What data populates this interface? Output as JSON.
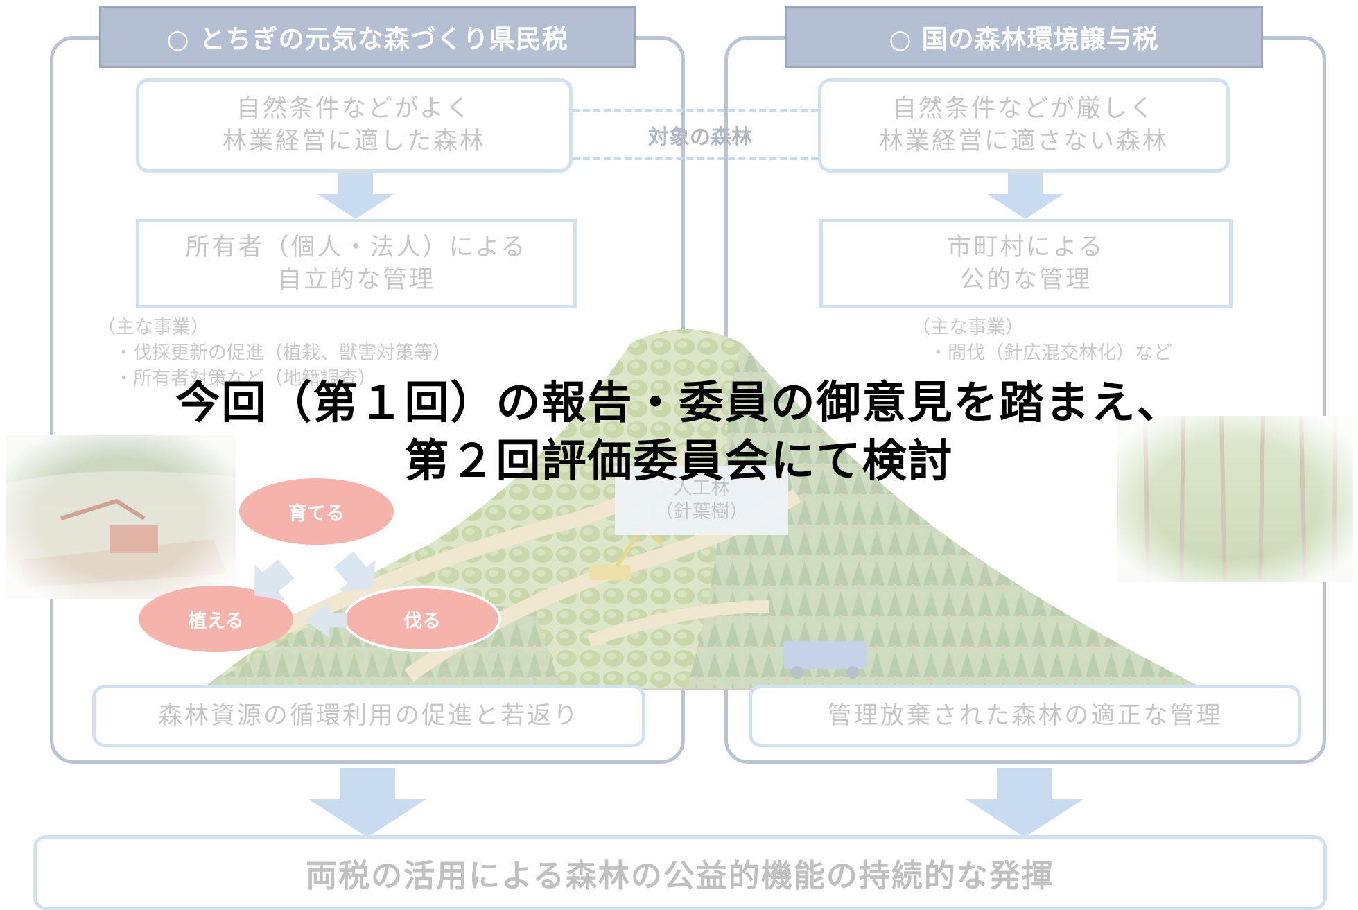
{
  "left_panel": {
    "header": "○ とちぎの元気な森づくり県民税",
    "target_box": [
      "自然条件などがよく",
      "林業経営に適した森林"
    ],
    "manager_box": [
      "所有者（個人・法人）による",
      "自立的な管理"
    ],
    "notes": [
      "（主な事業）",
      "・伐採更新の促進（植栽、獣害対策等）",
      "・所有者対策など（地籍調査）"
    ],
    "result": "森林資源の循環利用の促進と若返り"
  },
  "right_panel": {
    "header": "○ 国の森林環境譲与税",
    "target_box": [
      "自然条件などが厳しく",
      "林業経営に適さない森林"
    ],
    "manager_box": [
      "市町村による",
      "公的な管理"
    ],
    "notes": [
      "（主な事業）",
      "・間伐（針広混交林化）など"
    ],
    "result": "管理放棄された森林の適正な管理"
  },
  "center": {
    "target_label": "対象の森林",
    "forest_label": [
      "人工林",
      "（針葉樹）"
    ],
    "cycle": [
      "育てる",
      "植える",
      "伐る"
    ]
  },
  "overlay": [
    "今回（第１回）の報告・委員の御意見を踏まえ、",
    "第２回評価委員会にて検討"
  ],
  "bottom": "両税の活用による森林の公益的機能の持続的な発揮",
  "colors": {
    "panel_border": "#b8c3d6",
    "header_bg": "#b5bfd3",
    "box_border": "#d0e2f2",
    "arrow": "#c9dcef",
    "cycle_red": "#f6b3ac"
  }
}
